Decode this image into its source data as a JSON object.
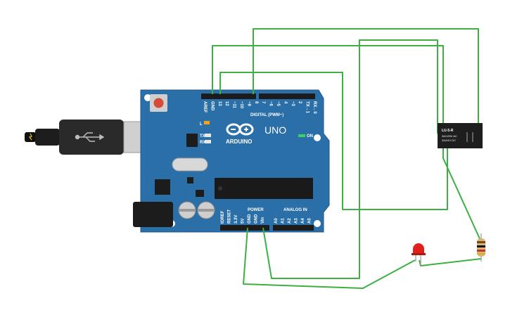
{
  "board": {
    "logo_text": "ARDUINO",
    "model_text": "UNO",
    "digital_header_label": "DIGITAL (PWM~)",
    "power_label": "POWER",
    "analog_label": "ANALOG IN",
    "on_label": "ON",
    "led_l_label": "L",
    "tx_label": "TX",
    "rx_label": "RX",
    "digital_pins": [
      "AREF",
      "GND",
      "13",
      "12",
      "~11",
      "~10",
      "~9",
      "8",
      "7",
      "~6",
      "~5",
      "4",
      "~3",
      "2",
      "TX→1",
      "RX←0"
    ],
    "power_pins": [
      "IOREF",
      "RESET",
      "3.3V",
      "5V",
      "GND",
      "GND",
      "Vin"
    ],
    "analog_pins": [
      "A0",
      "A1",
      "A2",
      "A3",
      "A4",
      "A5"
    ]
  },
  "relay": {
    "model": "LU-5-R",
    "rating_ac": "3A/125V AC",
    "rating_dc": "3A/24V DC"
  },
  "colors": {
    "board": "#2b6fa8",
    "header": "#1c1c1c",
    "wire": "#3cb043",
    "relay": "#1e1e1e",
    "led": "#e0201a",
    "usb": "#2a2a2a",
    "usb_plug": "#cfcfcf",
    "reset_button": "#d64a3a"
  },
  "components": {
    "usb_icon": "usb-icon",
    "led_icon": "red-led",
    "resistor_icon": "resistor"
  }
}
